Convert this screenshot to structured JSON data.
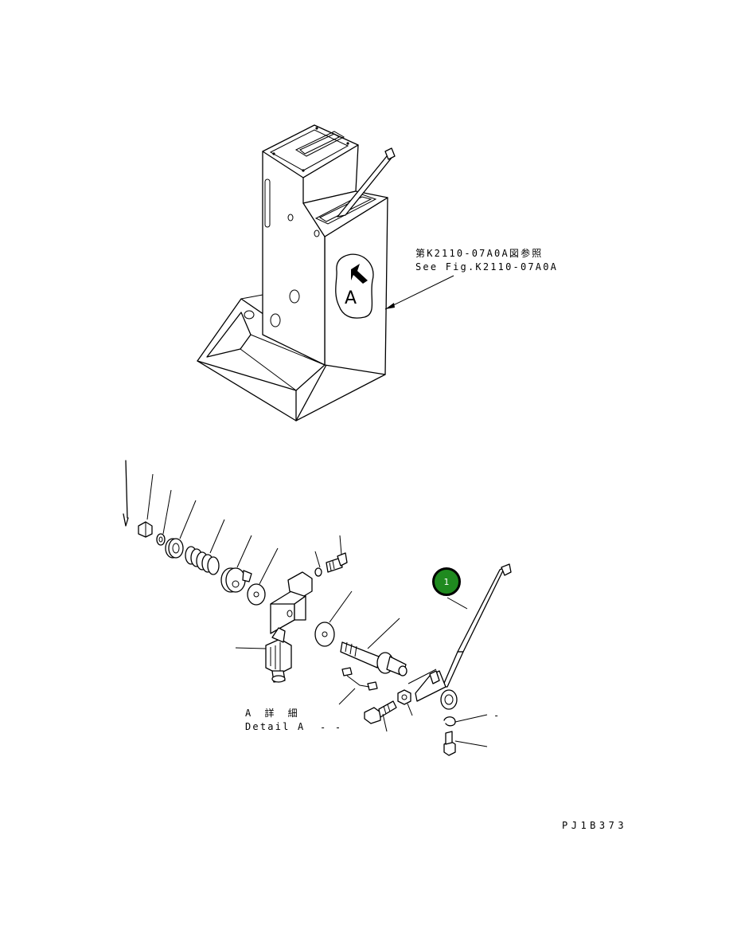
{
  "reference": {
    "japanese": "第K2110-07A0A図参照",
    "english": "See Fig.K2110-07A0A"
  },
  "callout_letter": "A",
  "detail": {
    "japanese": "A 詳 細",
    "english": "Detail A"
  },
  "part_number_badge": "1",
  "badge_color": "#1f8a1f",
  "drawing_code": "PJ1B373",
  "dash_marks": [
    "- -",
    "-"
  ]
}
